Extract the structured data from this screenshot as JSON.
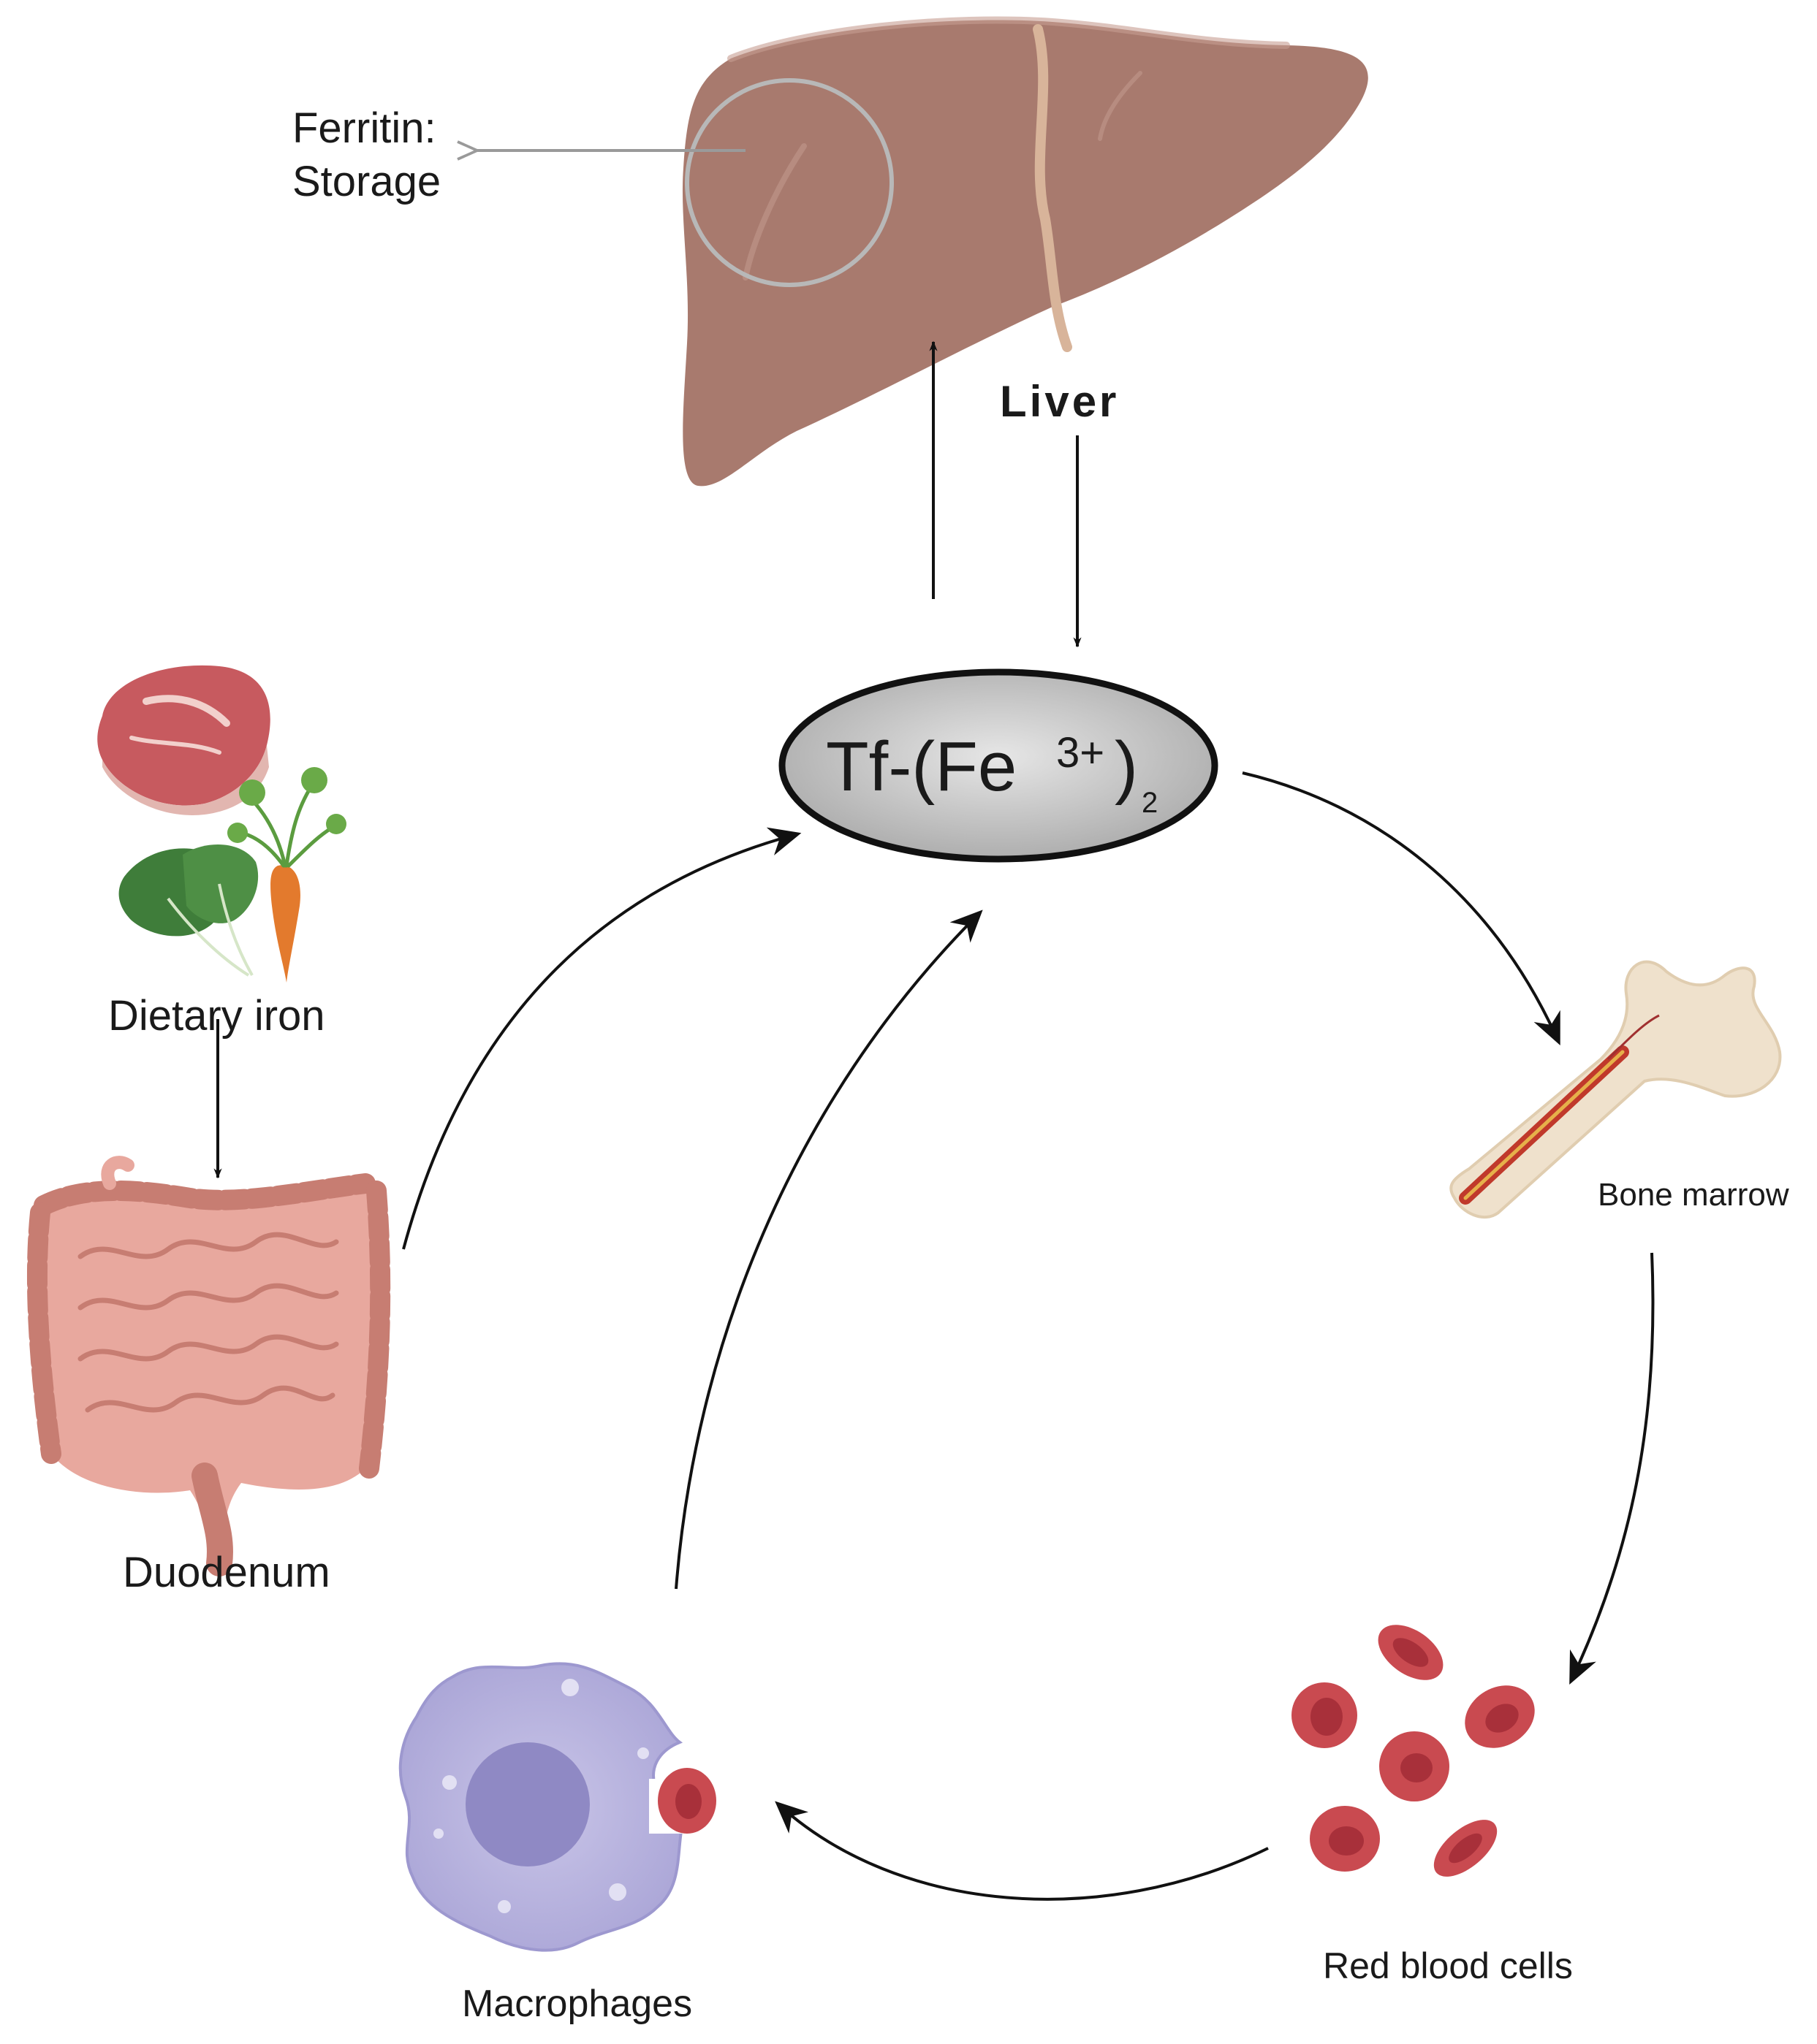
{
  "labels": {
    "ferritin_line1": "Ferritin:",
    "ferritin_line2": "Storage",
    "liver": "Liver",
    "tf_main": "Tf-(Fe",
    "tf_sup": "3+",
    "tf_close": ")",
    "tf_sub": "2",
    "dietary_iron": "Dietary iron",
    "duodenum": "Duodenum",
    "bone_marrow": "Bone marrow",
    "red_blood_cells": "Red blood cells",
    "macrophages": "Macrophages"
  },
  "colors": {
    "liver": "#a87a6e",
    "liver_dark": "#8e6257",
    "gallbladder_line": "#d8b49a",
    "ferritin_circle": "#b8b8b8",
    "tf_fill": "#bdbdbd",
    "arrow": "#111111",
    "arrow_grey": "#9a9a9a",
    "intestine": "#e8a89e",
    "intestine_dark": "#c77d72",
    "bone": "#efe1cc",
    "marrow": "#c0392b",
    "rbc": "#c94a50",
    "rbc_center": "#a8303a",
    "macrophage": "#b9b5dc",
    "macrophage_nucleus": "#8f89c4",
    "meat": "#c75a5f",
    "leaf": "#3f7d3a",
    "carrot": "#e37a2d"
  }
}
